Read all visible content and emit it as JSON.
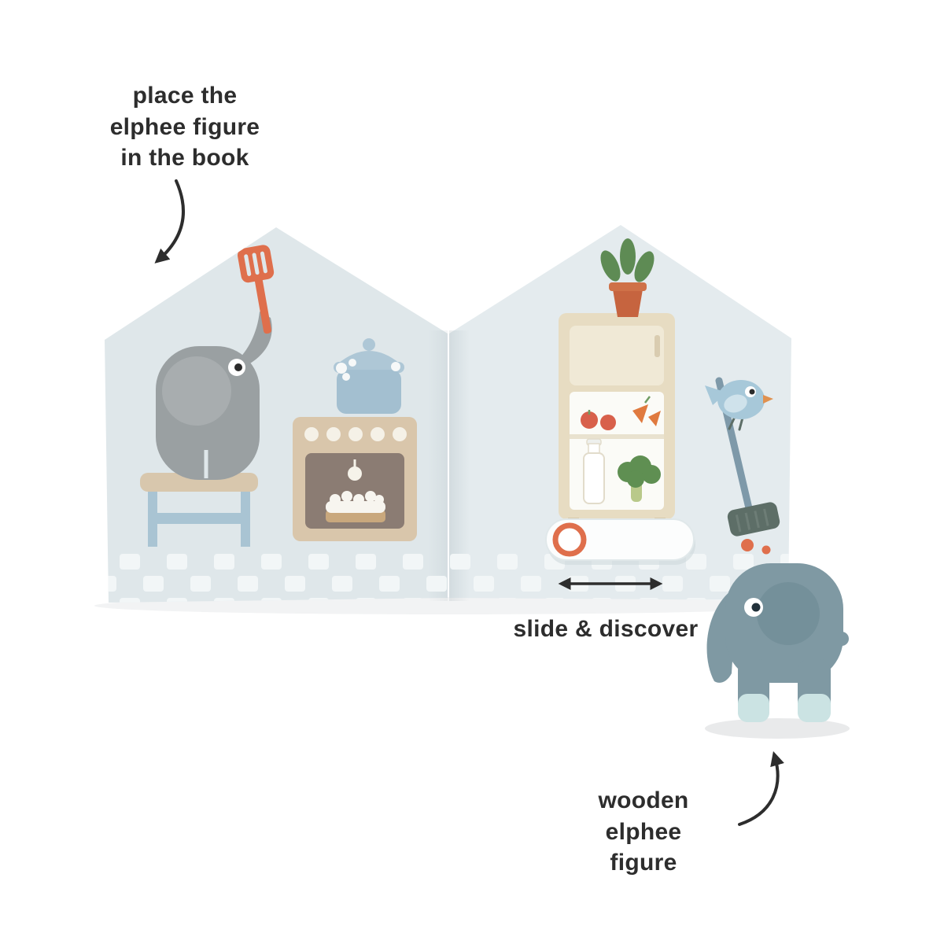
{
  "annotations": {
    "place_figure": "place the\nelphee figure\nin the book",
    "slide_discover": "slide & discover",
    "wooden_figure": "wooden\nelphee\nfigure"
  },
  "colors": {
    "background": "#ffffff",
    "annotation_text": "#2d2d2d",
    "page_left": "#dfe7ea",
    "page_right": "#e4ebee",
    "floor_tile": "#f2f6f7",
    "elephant_grey": "#9aa0a2",
    "elephant_ear": "#a8adaf",
    "spatula_orange": "#df6f4c",
    "pot_blue": "#a3bfd0",
    "pot_lid_blue": "#aec7d6",
    "stool_seat_tan": "#d8c7ad",
    "stool_legs_blue": "#a9c4d3",
    "stove_tan": "#d9c6ab",
    "oven_door_brown": "#8b7c73",
    "fridge_cream": "#e7dcc2",
    "fridge_door_panel": "#f0e9d6",
    "plant_green": "#5e8b54",
    "plant_pot_terracotta": "#c6643f",
    "apple_red": "#d8604b",
    "carrot_orange": "#e07a3f",
    "broccoli_green": "#5f8f52",
    "milk_white": "#ffffff",
    "bird_blue": "#a7c8d9",
    "broom_handle_blue": "#7e99a9",
    "broom_head_slate": "#5d6e67",
    "slider_ring_orange": "#df6f4c",
    "figure_body_blue_grey": "#7f99a3",
    "figure_ear_blue_grey": "#74909a",
    "figure_base_mint": "#cbe3e3"
  }
}
